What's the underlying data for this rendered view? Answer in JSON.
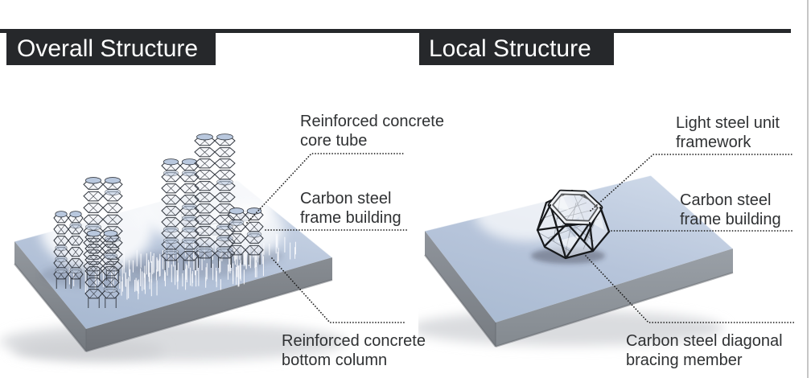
{
  "header": {
    "left_title": "Overall Structure",
    "right_title": "Local Structure",
    "bar_color": "#26282b",
    "title_text_color": "#ffffff"
  },
  "overall": {
    "label_core_tube": {
      "line1": "Reinforced concrete",
      "line2": "core tube"
    },
    "label_frame_building": {
      "line1": "Carbon steel",
      "line2": "frame building"
    },
    "label_bottom_column": {
      "line1": "Reinforced concrete",
      "line2": "bottom column"
    }
  },
  "local": {
    "label_unit_framework": {
      "line1": "Light steel unit",
      "line2": "framework"
    },
    "label_frame_building": {
      "line1": "Carbon steel",
      "line2": "frame building"
    },
    "label_bracing_member": {
      "line1": "Carbon steel diagonal",
      "line2": "bracing member"
    }
  },
  "colors": {
    "background": "#ffffff",
    "slab_top": "#b6c4da",
    "slab_top_far": "#ccd7e7",
    "slab_top_near": "#a8b9d1",
    "slab_side_left": "#8b9096",
    "slab_side_front": "#7c8187",
    "tower_frame": "#31363e",
    "tower_panel": "#b9c8de",
    "pin": "#f8fafd",
    "cylinder": "#eef1f5",
    "leader_dot": "#1f1f1f",
    "label_text": "#2f3133",
    "page_edge": "#c6c6c6",
    "poly_edge": "#17191c",
    "poly_ring": "#eff1f4",
    "shadow": "#dadcdf"
  }
}
